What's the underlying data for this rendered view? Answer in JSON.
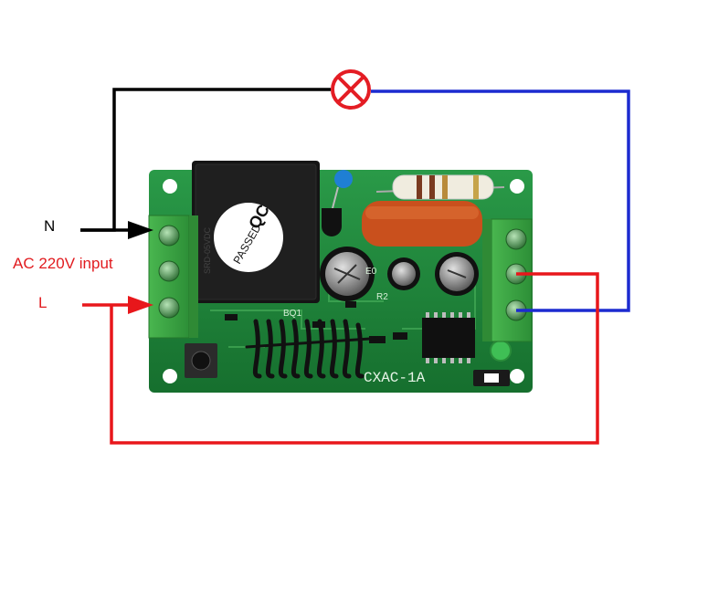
{
  "labels": {
    "neutral": "N",
    "input": "AC 220V input",
    "live": "L"
  },
  "board": {
    "relay_mark": "QC",
    "relay_mark_2": "PASSED",
    "relay_side_text": "SRD-05VDC",
    "model": "CXAC-1A",
    "component_ref": "BQ1",
    "component_ref_2": "R2",
    "cap_ref": "E0"
  },
  "colors": {
    "neutral_wire": "#000000",
    "live_wire": "#e8171b",
    "load_wire": "#1c2bd0",
    "lamp": "#e41d24",
    "pcb": "#1f8a3a",
    "terminal": "#3aa640",
    "text_red": "#e11b1f"
  },
  "icons": {
    "lamp": "lamp-cross-icon",
    "arrow": "arrow-right-icon"
  }
}
